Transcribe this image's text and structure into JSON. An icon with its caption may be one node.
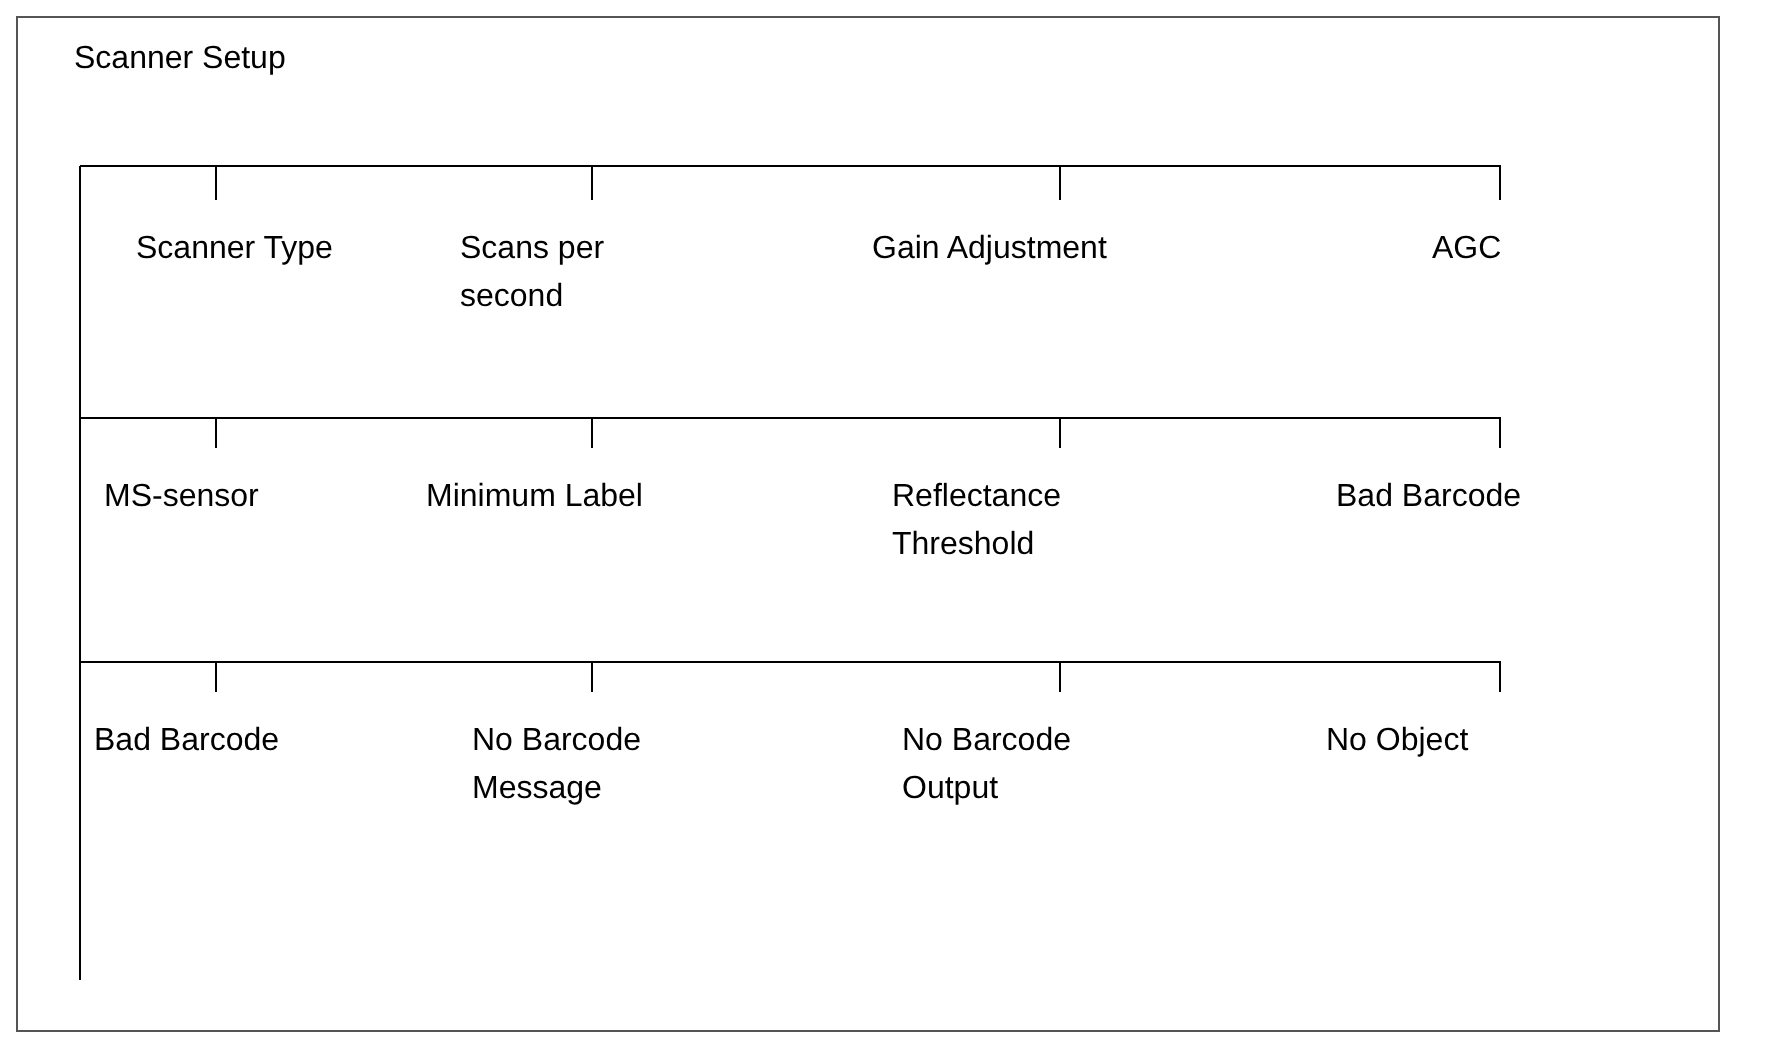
{
  "diagram": {
    "nodes": [
      {
        "text": [
          "Scanner Setup"
        ]
      },
      {
        "text": [
          "Scanner Type"
        ],
        "in": 0
      },
      {
        "text": [
          "Scans per second"
        ],
        "in": 0
      },
      {
        "text": [
          "Gain Adjustment"
        ],
        "in": 0
      },
      {
        "text": [
          "AGC"
        ],
        "in": 0
      },
      {
        "text": [
          "MS-sensor"
        ],
        "in": 0
      },
      {
        "text": [
          "Minimum Label"
        ],
        "in": 0
      },
      {
        "text": [
          "Reflectance Threshold"
        ],
        "in": 0
      },
      {
        "text": [
          "Bad Barcode"
        ],
        "in": 0
      },
      {
        "text": [
          "Bad Barcode"
        ],
        "in": 0
      },
      {
        "text": [
          "No Barcode Message"
        ],
        "in": 0
      },
      {
        "text": [
          "No Barcode Output"
        ],
        "in": 0
      },
      {
        "text": [
          "No Object"
        ],
        "in": 0
      }
    ],
    "edges": [
      {
        "from": null,
        "to": 1,
        "arrow": "none"
      },
      {
        "from": null,
        "to": 2,
        "arrow": "none"
      },
      {
        "from": null,
        "to": 3,
        "arrow": "none"
      },
      {
        "from": null,
        "to": 4,
        "arrow": "none"
      },
      {
        "from": null,
        "to": 5,
        "arrow": "none"
      },
      {
        "from": null,
        "to": 6,
        "arrow": "none"
      },
      {
        "from": null,
        "to": 7,
        "arrow": "none"
      },
      {
        "from": null,
        "to": 8,
        "arrow": "none"
      },
      {
        "from": null,
        "to": 9,
        "arrow": "none"
      },
      {
        "from": null,
        "to": 10,
        "arrow": "none"
      },
      {
        "from": null,
        "to": 11,
        "arrow": "none"
      },
      {
        "from": null,
        "to": 12,
        "arrow": "none"
      }
    ]
  }
}
